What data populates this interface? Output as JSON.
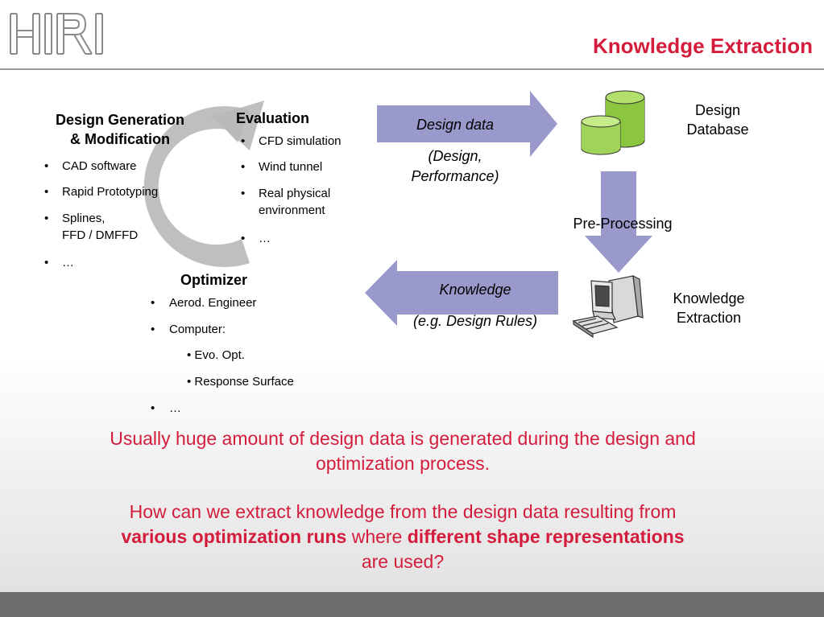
{
  "header": {
    "logo_text": "HRI",
    "title": "Knowledge Extraction"
  },
  "colors": {
    "accent_red": "#d41c3c",
    "arrow_fill": "#9999cc",
    "cycle_gray": "#b8b8b8",
    "db_green": "#8cc63f",
    "footer_gray": "#6d6d6d"
  },
  "cycle": {
    "design_gen": {
      "heading_line1": "Design Generation",
      "heading_line2": "& Modification",
      "items": [
        "CAD software",
        "Rapid Prototyping",
        "Splines,",
        "FFD / DMFFD",
        "…"
      ]
    },
    "evaluation": {
      "heading": "Evaluation",
      "items": [
        "CFD simulation",
        "Wind tunnel",
        "Real physical",
        "environment",
        "…"
      ]
    },
    "optimizer": {
      "heading": "Optimizer",
      "items": [
        "Aerod. Engineer",
        "Computer:",
        "• Evo. Opt.",
        "• Response Surface",
        "…"
      ]
    }
  },
  "flow": {
    "design_data_label": "Design data",
    "design_data_sub1": "(Design,",
    "design_data_sub2": "Performance)",
    "design_db_line1": "Design",
    "design_db_line2": "Database",
    "preprocessing": "Pre-Processing",
    "knowledge_label": "Knowledge",
    "knowledge_sub": "(e.g. Design Rules)",
    "ke_line1": "Knowledge",
    "ke_line2": "Extraction"
  },
  "icons": {
    "cycle": "circular-arrow-icon",
    "database": "database-cylinders-icon",
    "computer": "computer-icon"
  },
  "bottom_text": {
    "p1_line1": "Usually huge amount of design data is generated during the design and",
    "p1_line2": "optimization process.",
    "p2_line1": "How can we extract knowledge from the design data resulting from",
    "p2_bold1": "various optimization runs",
    "p2_mid": " where ",
    "p2_bold2": "different shape representations",
    "p2_line3": "are used?"
  }
}
